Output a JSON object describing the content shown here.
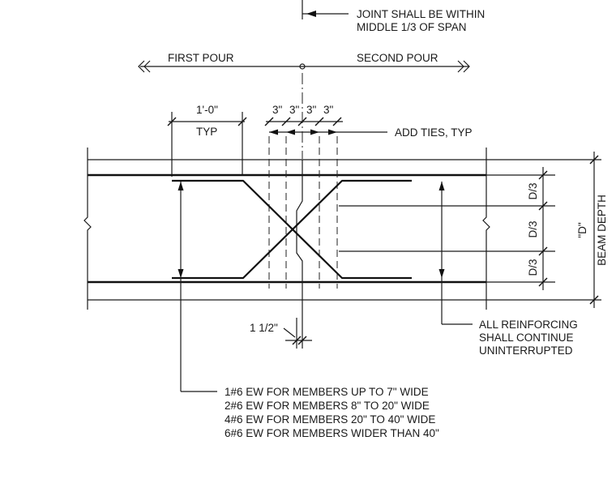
{
  "labels": {
    "joint_line1": "JOINT SHALL BE WITHIN",
    "joint_line2": "MIDDLE 1/3 OF SPAN",
    "first_pour": "FIRST POUR",
    "second_pour": "SECOND POUR",
    "typ_spacing": "1'-0\"",
    "typ": "TYP",
    "tie_spacing": [
      "3\"",
      "3\"",
      "3\"",
      "3\""
    ],
    "add_ties": "ADD TIES, TYP",
    "d_third": [
      "D/3",
      "D/3",
      "D/3"
    ],
    "d_label": "\"D\"",
    "beam_depth": "BEAM DEPTH",
    "reinforcing": [
      "ALL REINFORCING",
      "SHALL CONTINUE",
      "UNINTERRUPTED"
    ],
    "key_offset": "1 1/2\"",
    "bar_schedule": [
      "1#6 EW FOR MEMBERS UP TO 7\" WIDE",
      "2#6 EW FOR MEMBERS 8\" TO 20\" WIDE",
      "4#6 EW FOR MEMBERS 20\" TO 40\" WIDE",
      "6#6 EW FOR MEMBERS WIDER THAN 40\""
    ]
  },
  "colors": {
    "linework": "#1a1a1a",
    "background": "#ffffff"
  }
}
